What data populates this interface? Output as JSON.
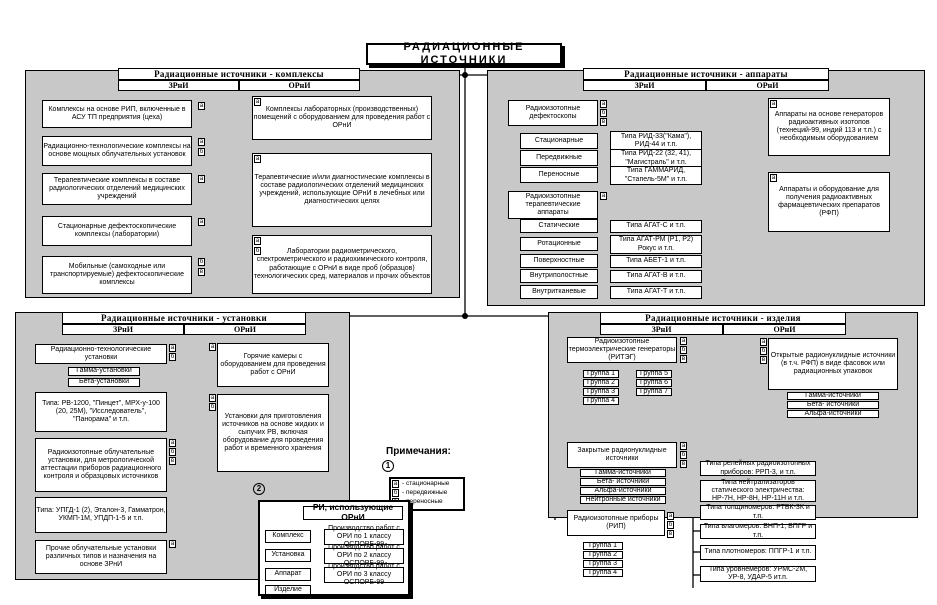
{
  "title": "РАДИАЦИОННЫЕ ИСТОЧНИКИ",
  "abbr": {
    "zrni": "ЗРнИ",
    "orni": "ОРнИ"
  },
  "complexes": {
    "header": "Радиационные источники - комплексы",
    "zrni_items": [
      "Комплексы на основе РИП, включенные в АСУ ТП предприятия (цеха)",
      "Радиационно-технологические комплексы на основе мощных облучательных установок",
      "Терапевтические комплексы в составе радиологических отделений медицинских учреждений",
      "Стационарные дефектоскопические комплексы (лаборатории)",
      "Мобильные (самоходные или транспортируемые) дефектоскопические комплексы"
    ],
    "orni_items": [
      "Комплексы лабораторных (производственных) помещений с оборудованием для проведения работ с ОРнИ",
      "Терапевтические и/или диагностические комплексы в составе радиологических отделений медицинских учреждений, использующие ОРнИ в лечебных или диагностических целях",
      "Лаборатории радиометрического, спектрометрического и радиохимического контроля, работающие с ОРнИ в виде проб (образцов) технологических сред, материалов и прочих объектов"
    ]
  },
  "apparatus": {
    "header": "Радиационные источники - аппараты",
    "defecto": {
      "title": "Радиоизотопные дефектоскопы",
      "rows": [
        {
          "name": "Стационарные",
          "type": "Типа РИД-33(\"Кама\"), РИД-44 и т.п."
        },
        {
          "name": "Передвижные",
          "type": "Типа РИД-22 (32, 41), \"Магистраль\" и т.п."
        },
        {
          "name": "Переносные",
          "type": "Типа ГАММАРИД, \"Стапель-5М\" и т.п."
        }
      ]
    },
    "thera": {
      "title": "Радиоизотопные терапевтические аппараты",
      "rows": [
        {
          "name": "Статические",
          "type": "Типа АГАТ-С и т.п."
        },
        {
          "name": "Ротационные",
          "type": "Типа АГАТ-РМ (Р1, Р2) Рокус и т.п."
        },
        {
          "name": "Поверхностные",
          "type": "Типа АБЕТ-1 и т.п."
        },
        {
          "name": "Внутриполостные",
          "type": "Типа АГАТ-В и т.п."
        },
        {
          "name": "Внутритканевые",
          "type": "Типа АГАТ-Т и т.п."
        }
      ]
    },
    "orni_items": [
      "Аппараты на основе генераторов радиоактивных изотопов (технеций-99, индий 113 и т.п.) с необходимым оборудованием",
      "Аппараты и оборудование для получения радиоактивных фармацевтических препаратов (РФП)"
    ]
  },
  "installations": {
    "header": "Радиационные источники - установки",
    "rto": {
      "title": "Радиационно-технологические установки",
      "items": [
        "Гамма-установки",
        "Бета-установки"
      ],
      "types": "Типа: РВ-1200, \"Пинцет\", МРХ-у-100 (20, 25М), \"Исследователь\", \"Панорама\" и т.п."
    },
    "metro": {
      "title": "Радиоизотопные облучательные установки, для метрологической аттестации приборов радиационного контроля и образцовых источников",
      "types": "Типа: УПГД-1 (2), Эталон-3, Гамматрон, УКМП-1М, УПДП-1-5 и т.п."
    },
    "other": "Прочие облучательные установки различных типов и назначения на основе ЗРнИ",
    "orni_items": [
      "Горячие камеры с оборудованием для проведения работ с ОРнИ",
      "Установки для приготовления источников на основе жидких и сыпучих РВ, включая оборудование для проведения работ и временного хранения"
    ]
  },
  "products": {
    "header": "Радиационные источники - изделия",
    "rteg": {
      "title": "Радиоизотопные термоэлектрические генераторы (РИТЭГ)",
      "groups": [
        "Группа 1",
        "Группа 2",
        "Группа 3",
        "Группа 4",
        "Группа 5",
        "Группа 6",
        "Группа 7"
      ]
    },
    "closed": {
      "title": "Закрытые радионуклидные источники",
      "items": [
        "Гамма-источники",
        "Бета- источники",
        "Альфа-источники",
        "Нейтронные источники"
      ]
    },
    "rip": {
      "title": "Радиоизотопные приборы (РИП)",
      "groups": [
        "Группа 1",
        "Группа 2",
        "Группа 3",
        "Группа 4"
      ],
      "types": [
        "Типа релейных радиоизотопных приборов: РРП-3, и т.п.",
        "Типа нейтрализаторов статического электричества: НР-7Н, НР-8Н, НР-11Н и т.п.",
        "Типа толщиномеров: РТВК-3К и т.п.",
        "Типа влагомеров: ВНП-1, ВПГР и т.п.",
        "Типа плотномеров: ППГР-1 и т.п.",
        "Типа уровнемеров: УРМС-2М, УР-8, УДАР-5 ит.п."
      ]
    },
    "open": {
      "title": "Открытые радионуклидные источники (в т.ч. РФП) в виде фасовок или радиационных упаковок",
      "items": [
        "Гамма-источники",
        "Бета- источники",
        "Альфа-источники"
      ]
    }
  },
  "notes": {
    "title": "Примечания:",
    "n1": "1",
    "n2": "2",
    "legend": [
      {
        "tag": "а",
        "text": "- стационарные"
      },
      {
        "tag": "б",
        "text": "- передвижные"
      },
      {
        "tag": "в",
        "text": "- переносные"
      }
    ],
    "ri_title": "РИ, использующие ОРнИ",
    "ri_kinds": [
      "Комплекс",
      "Установка",
      "Аппарат",
      "Изделие"
    ],
    "ri_classes": [
      "Производство работ с ОРИ по 1 классу ОСПОРБ-99",
      "Производство работ с ОРИ по 2 классу ОСПОРБ-99",
      "Производство работ с ОРИ по 3 классу ОСПОРБ-99"
    ]
  },
  "tags": {
    "a": "а",
    "b": "б",
    "v": "в"
  }
}
